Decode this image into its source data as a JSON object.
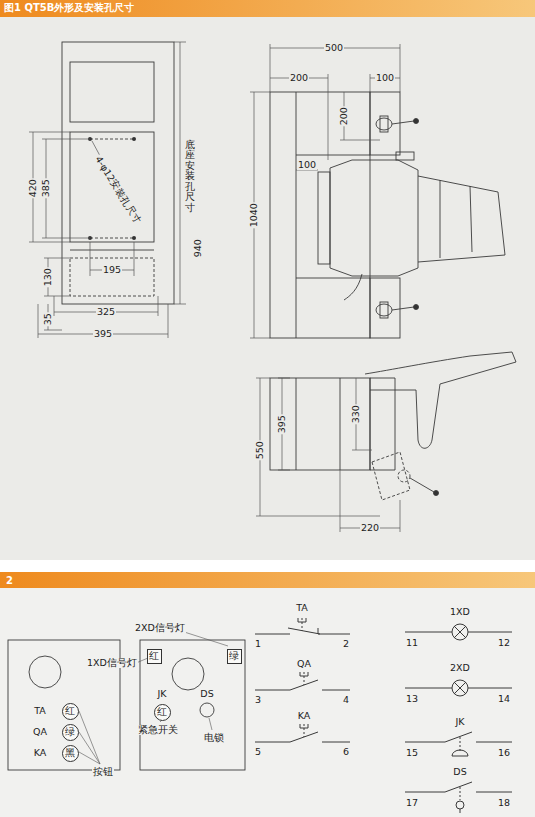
{
  "diagram": {
    "title": "图1 QT5B外形及安装孔尺寸",
    "nodes": [
      {
        "text": [
          "红"
        ]
      },
      {
        "text": [
          "绿"
        ]
      },
      {
        "text": [
          "红"
        ]
      },
      {
        "text": [
          "红"
        ]
      },
      {
        "text": [
          "绿"
        ]
      },
      {
        "text": [
          "黑"
        ]
      }
    ],
    "labels": [
      "500",
      "200",
      "100",
      "200",
      "100",
      "1040",
      "底座安装孔尺寸",
      "940",
      "4-φ12安装孔尺寸",
      "385",
      "420",
      "195",
      "130",
      "35",
      "325",
      "395",
      "395",
      "330",
      "550",
      "220",
      "2",
      "2XD信号灯",
      "1XD信号灯",
      "TA",
      "QA",
      "KA",
      "按钮",
      "JK",
      "紧急开关",
      "DS",
      "电锁",
      "TA",
      "1",
      "2",
      "QA",
      "3",
      "4",
      "KA",
      "5",
      "6",
      "1XD",
      "11",
      "12",
      "2XD",
      "13",
      "14",
      "JK",
      "15",
      "16",
      "DS",
      "17",
      "18"
    ]
  }
}
